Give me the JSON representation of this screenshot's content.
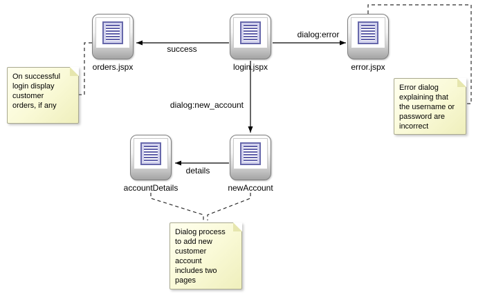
{
  "diagram": {
    "nodes": [
      {
        "id": "orders",
        "label": "orders.jspx"
      },
      {
        "id": "login",
        "label": "login.jspx"
      },
      {
        "id": "error",
        "label": "error.jspx"
      },
      {
        "id": "accountDetails",
        "label": "accountDetails"
      },
      {
        "id": "newAccount",
        "label": "newAccount"
      }
    ],
    "edges": [
      {
        "id": "success",
        "label": "success",
        "from": "login.jspx",
        "to": "orders.jspx"
      },
      {
        "id": "dialog-error",
        "label": "dialog:error",
        "from": "login.jspx",
        "to": "error.jspx"
      },
      {
        "id": "dialog-new-account",
        "label": "dialog:new_account",
        "from": "login.jspx",
        "to": "newAccount"
      },
      {
        "id": "details",
        "label": "details",
        "from": "newAccount",
        "to": "accountDetails"
      }
    ],
    "notes": [
      {
        "id": "note-orders",
        "attached_to": "orders.jspx",
        "text": "On successful\nlogin display\ncustomer\norders, if any"
      },
      {
        "id": "note-error",
        "attached_to": "error.jspx",
        "text": "Error dialog\nexplaining that\nthe username or\npassword are\nincorrect"
      },
      {
        "id": "note-new-account",
        "attached_to": "accountDetails newAccount",
        "text": "Dialog process\nto add new\ncustomer\naccount\nincludes two\npages"
      }
    ],
    "icons": {
      "node_icon": "page-document-icon"
    },
    "colors": {
      "background": "#ffffff",
      "note_fill": "#fafad8",
      "note_border": "#a9a98f",
      "doc_border": "#6768ab",
      "doc_fill": "#d3d3ee",
      "doc_lines": "#5f5fa9",
      "node_border": "#7d7d7d",
      "connector": "#1a1a1a"
    }
  }
}
